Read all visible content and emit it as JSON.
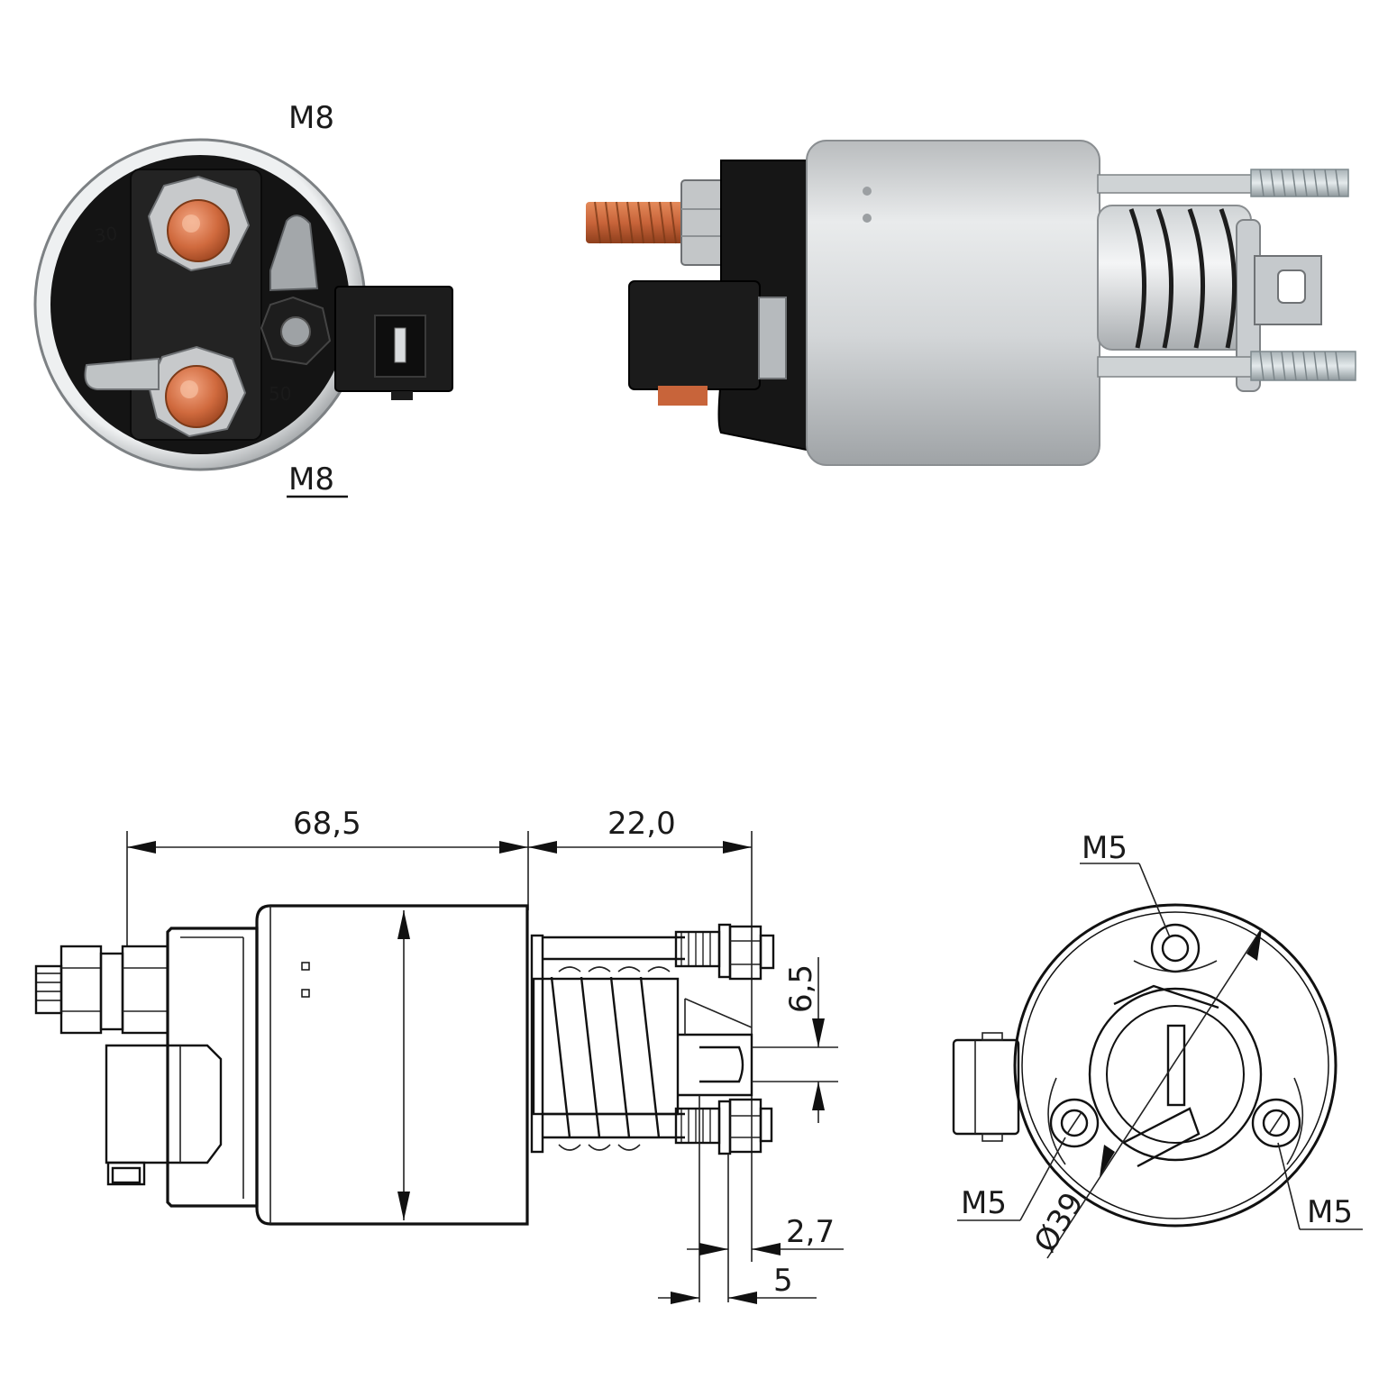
{
  "photo_end_view": {
    "thread_top": "M8",
    "thread_bottom": "M8",
    "terminal_30": "30",
    "terminal_50": "50"
  },
  "drawing_side": {
    "length_body": "68,5",
    "length_plunger": "22,0",
    "dim_6_5": "6,5",
    "dim_2_7": "2,7",
    "dim_5": "5"
  },
  "drawing_end": {
    "hole_top": "M5",
    "hole_left": "M5",
    "hole_right": "M5",
    "diameter": "Ø39"
  },
  "colors": {
    "copper": "#c8643a",
    "housing_silver": "#d6d8da",
    "cap_black": "#151515",
    "zinc": "#b9c2c6"
  }
}
